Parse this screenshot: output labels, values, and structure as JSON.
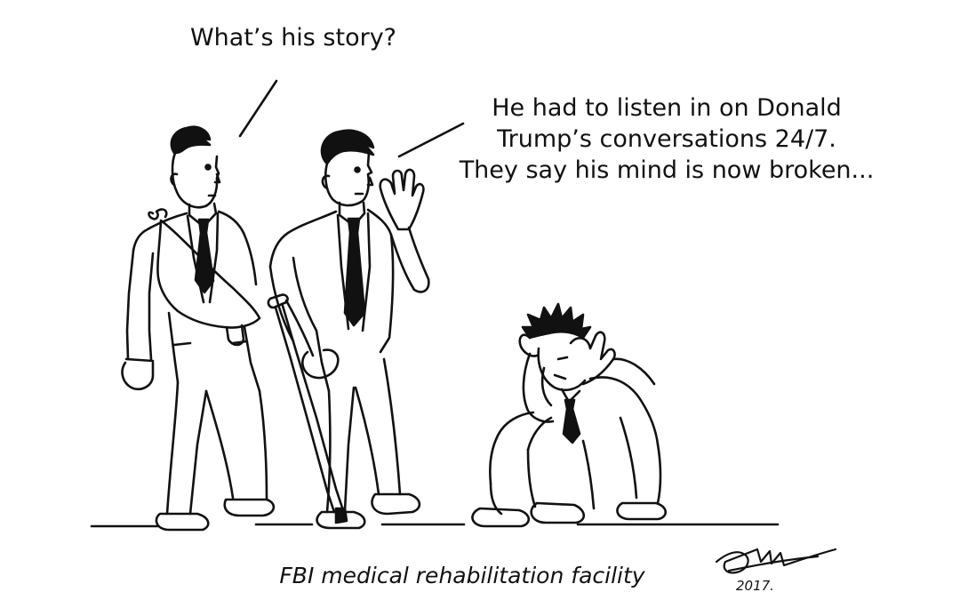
{
  "speech": {
    "first": "What’s his story?",
    "second_lines": [
      "He had to listen in on Donald",
      "Trump’s conversations 24/7.",
      "They say his mind is now broken..."
    ]
  },
  "caption": "FBI medical rehabilitation facility",
  "signature": {
    "scrawl": "signature",
    "year": "2017."
  },
  "colors": {
    "ink": "#111111",
    "paper": "#ffffff"
  }
}
